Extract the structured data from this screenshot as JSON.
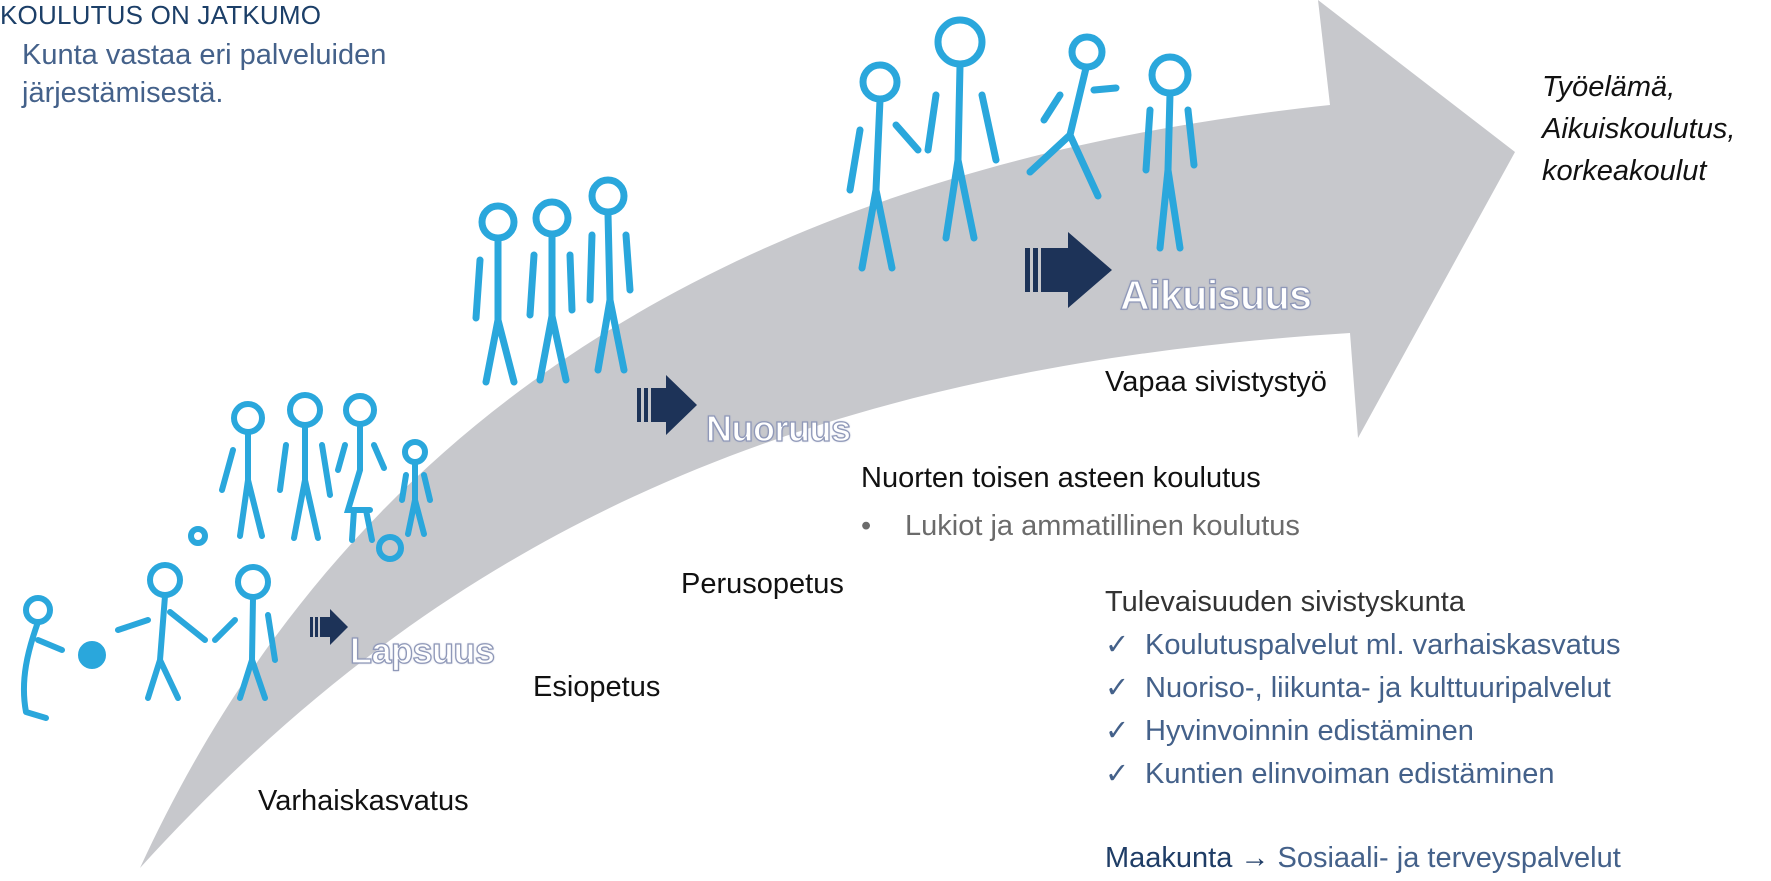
{
  "header": {
    "title": "KOULUTUS ON JATKUMO",
    "subtitle": "Kunta vastaa eri palveluiden järjestämisestä."
  },
  "stages": {
    "lapsuus": "Lapsuus",
    "nuoruus": "Nuoruus",
    "aikuisuus": "Aikuisuus"
  },
  "services": {
    "varhaiskasvatus": "Varhaiskasvatus",
    "esiopetus": "Esiopetus",
    "perusopetus": "Perusopetus",
    "toinen_aste": "Nuorten toisen asteen koulutus",
    "toinen_aste_bullet": "Lukiot ja ammatillinen koulutus",
    "vapaa": "Vapaa sivistystyö",
    "worklife": [
      "Työelämä,",
      "Aikuiskoulutus,",
      "korkeakoulut"
    ]
  },
  "future": {
    "heading": "Tulevaisuuden sivistyskunta",
    "items": [
      "Koulutuspalvelut ml. varhaiskasvatus",
      "Nuoriso-, liikunta- ja kulttuuripalvelut",
      "Hyvinvoinnin edistäminen",
      "Kuntien elinvoiman edistäminen"
    ]
  },
  "footer": {
    "left": "Maakunta",
    "arrow": "→",
    "right": "Sosiaali- ja terveyspalvelut"
  },
  "icons": {
    "bullet": "•",
    "check": "✓"
  },
  "colors": {
    "arrow_gray": "#c7c8cc",
    "navy": "#1c3f68",
    "figure_blue": "#2aa7dc",
    "dark_arrow": "#1d3358",
    "text_blue": "#44618a"
  }
}
